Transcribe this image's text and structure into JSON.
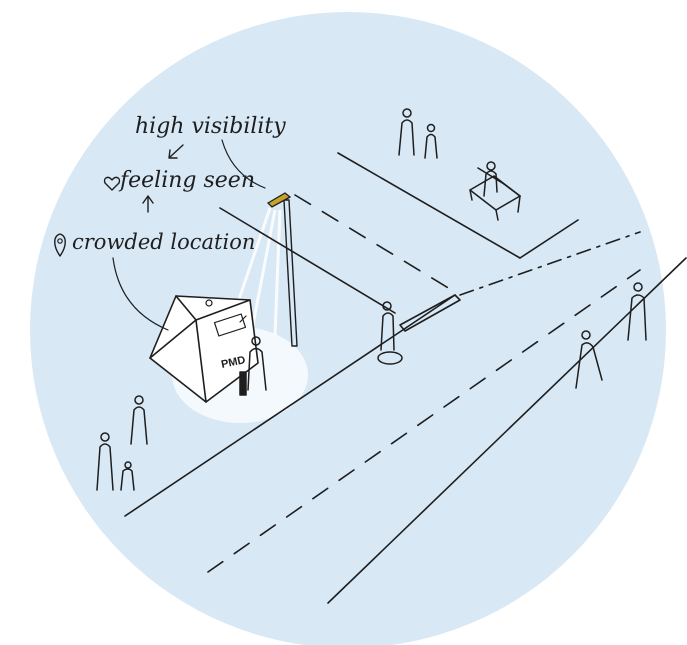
{
  "colors": {
    "background_circle": "#d8e8f5",
    "light_pool": "#f2f8fd",
    "ink": "#1e1e1e",
    "lamp_head": "#c9a227"
  },
  "annotations": {
    "high_visibility": "high visibility",
    "feeling_seen": "feeling seen",
    "crowded_location": "crowded location"
  },
  "icons": {
    "heart": "heart-icon",
    "location_pin": "location-pin-icon",
    "arrow_down": "arrow-icon",
    "arrow_up": "arrow-icon"
  },
  "kiosk": {
    "label": "PMD"
  }
}
